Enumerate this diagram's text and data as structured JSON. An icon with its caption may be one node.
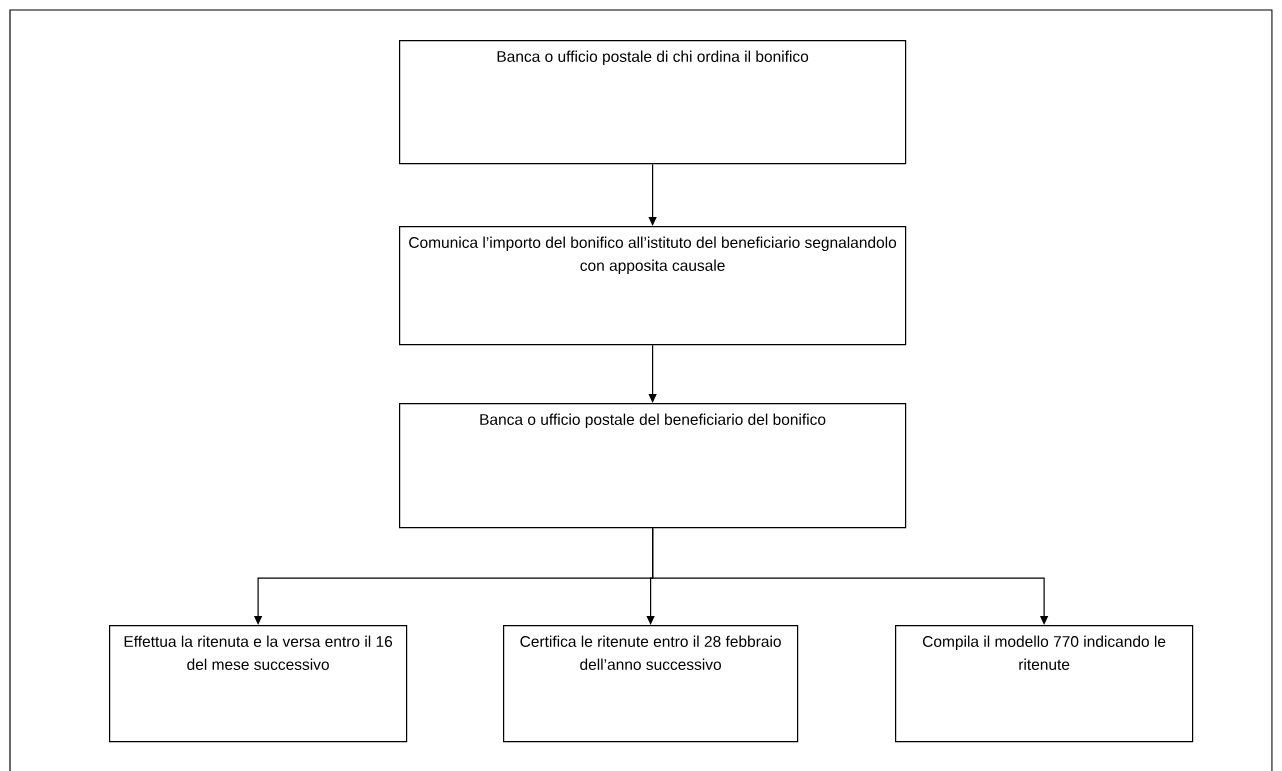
{
  "diagram": {
    "nodes": [
      {
        "text": [
          "Banca o ufficio postale di chi ordina il bonifico"
        ]
      },
      {
        "text": [
          "Comunica l’importo del bonifico all’istituto del beneficiario segnalandolo con apposita causale"
        ]
      },
      {
        "text": [
          "Banca o ufficio postale del beneficiario del bonifico"
        ]
      },
      {
        "text": [
          "Effettua la ritenuta e la versa entro il 16 del mese successivo"
        ]
      },
      {
        "text": [
          "Certifica le ritenute entro il 28 febbraio dell’anno successivo"
        ]
      },
      {
        "text": [
          "Compila il modello 770 indicando le ritenute"
        ]
      }
    ],
    "edges": [
      {
        "from": 0,
        "to": 1,
        "arrow": "to"
      },
      {
        "from": 1,
        "to": 2,
        "arrow": "to"
      },
      {
        "from": 2,
        "to": 3,
        "arrow": "to"
      },
      {
        "from": 2,
        "to": 4,
        "arrow": "to"
      },
      {
        "from": 2,
        "to": 5,
        "arrow": "to"
      }
    ]
  }
}
